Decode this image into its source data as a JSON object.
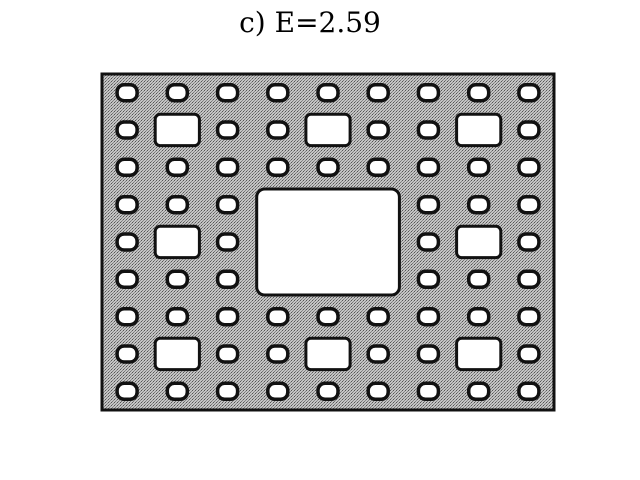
{
  "caption": "c) E=2.59",
  "figure": {
    "fractal": "sierpinski-carpet",
    "iterations_shown": 3,
    "fill_color": "#b8b8b8",
    "edge_color": "#111111",
    "hole_color": "#ffffff"
  }
}
